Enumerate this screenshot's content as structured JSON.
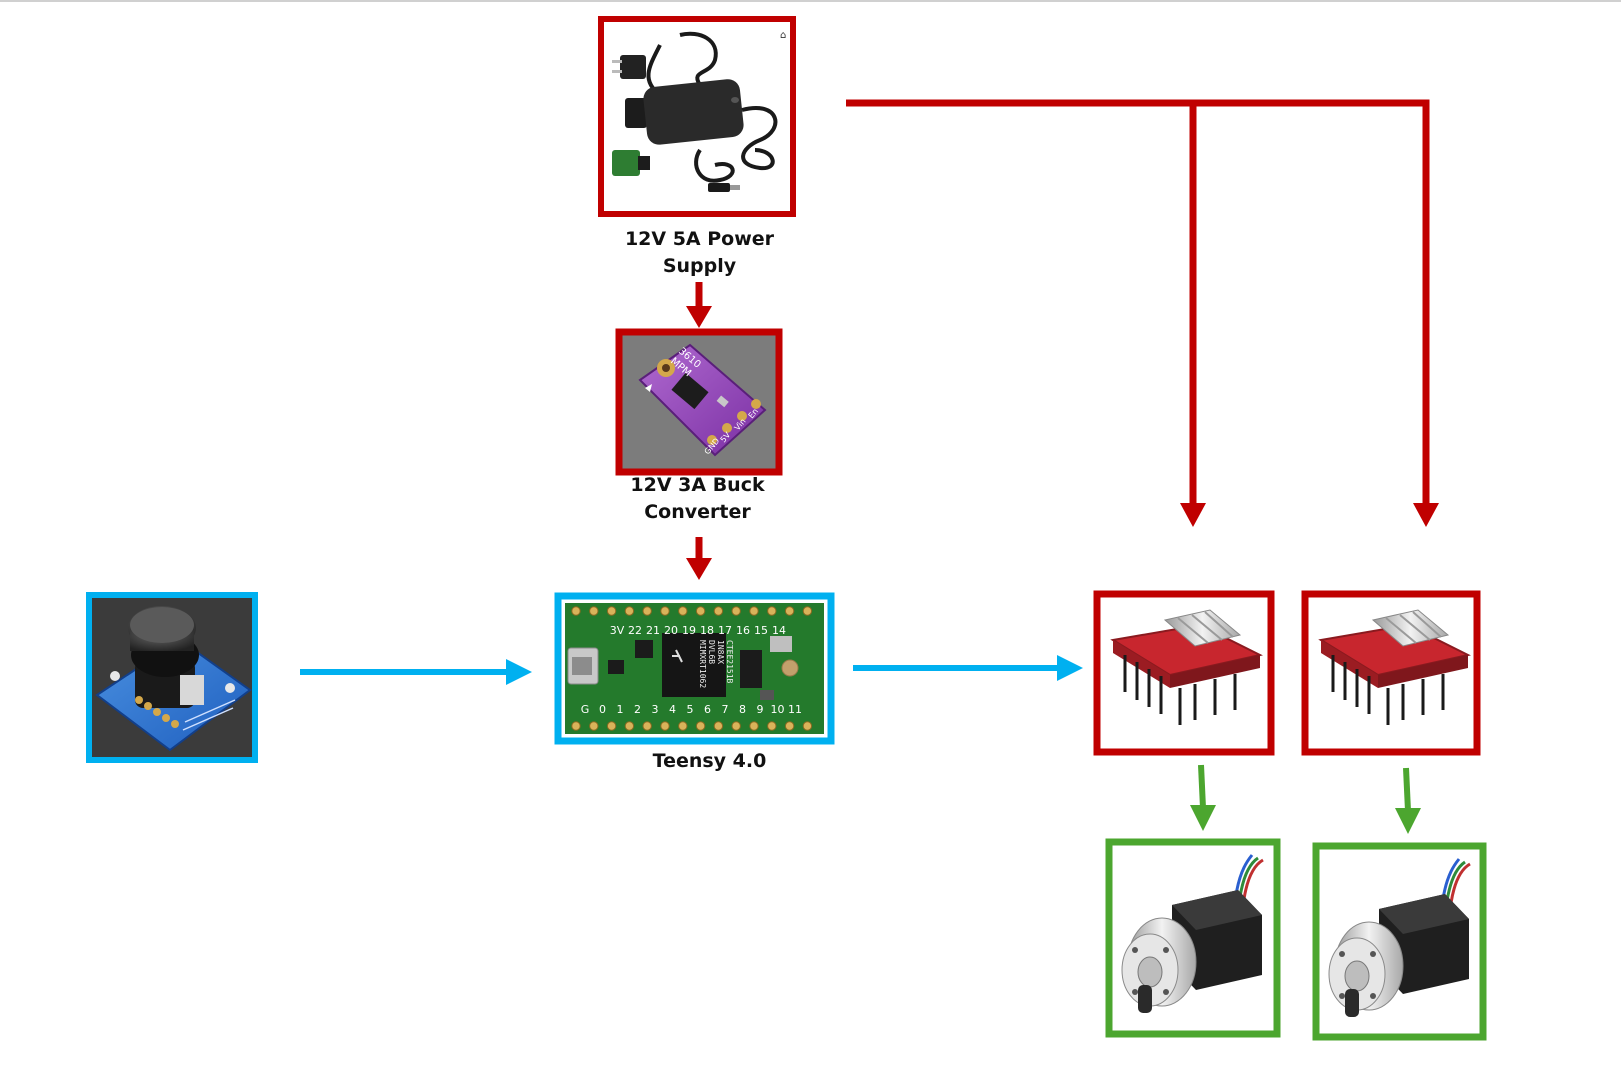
{
  "labels": {
    "power_supply": "12V 5A Power\nSupply",
    "buck_converter": "12V 3A Buck\nConverter",
    "controller": "Teensy 4.0"
  },
  "pins": {
    "top": [
      "3V",
      "22",
      "21",
      "20",
      "19",
      "18",
      "17",
      "16",
      "15",
      "14"
    ],
    "bottom": [
      "G",
      "0",
      "1",
      "2",
      "3",
      "4",
      "5",
      "6",
      "7",
      "8",
      "9",
      "10",
      "11"
    ],
    "chip": [
      "MIMXRT1062",
      "DVL6B",
      "1N8AX",
      "CTEE2151B"
    ]
  },
  "buck_board_text": [
    "MPM",
    "3610",
    "GND",
    "5V",
    "Vin",
    "En"
  ],
  "colors": {
    "power": "#c00000",
    "signal": "#00b0f0",
    "motor": "#4ca62f"
  }
}
